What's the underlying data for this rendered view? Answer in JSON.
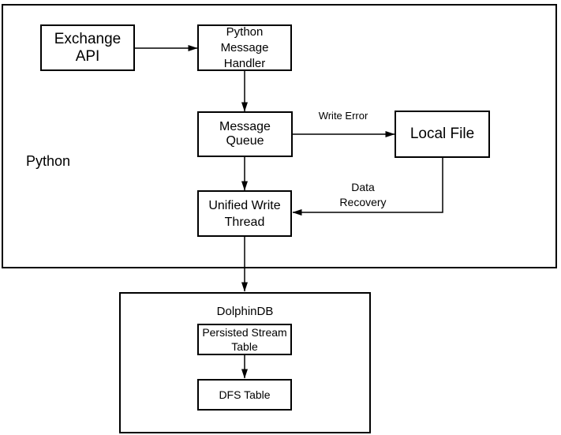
{
  "diagram": {
    "python_container": {
      "label": "Python"
    },
    "dolphindb_container": {
      "label": "DolphinDB"
    },
    "nodes": {
      "exchange_api": {
        "label": "Exchange API"
      },
      "python_message_handler": {
        "label": "Python\nMessage Handler"
      },
      "message_queue": {
        "label": "Message Queue"
      },
      "local_file": {
        "label": "Local File"
      },
      "unified_write_thread": {
        "label": "Unified Write\nThread"
      },
      "persisted_stream_table": {
        "label": "Persisted Stream\nTable"
      },
      "dfs_table": {
        "label": "DFS Table"
      }
    },
    "edge_labels": {
      "write_error": {
        "label": "Write Error"
      },
      "data_recovery": {
        "label": "Data\nRecovery"
      }
    },
    "colors": {
      "stroke": "#000000",
      "background": "#ffffff"
    }
  }
}
